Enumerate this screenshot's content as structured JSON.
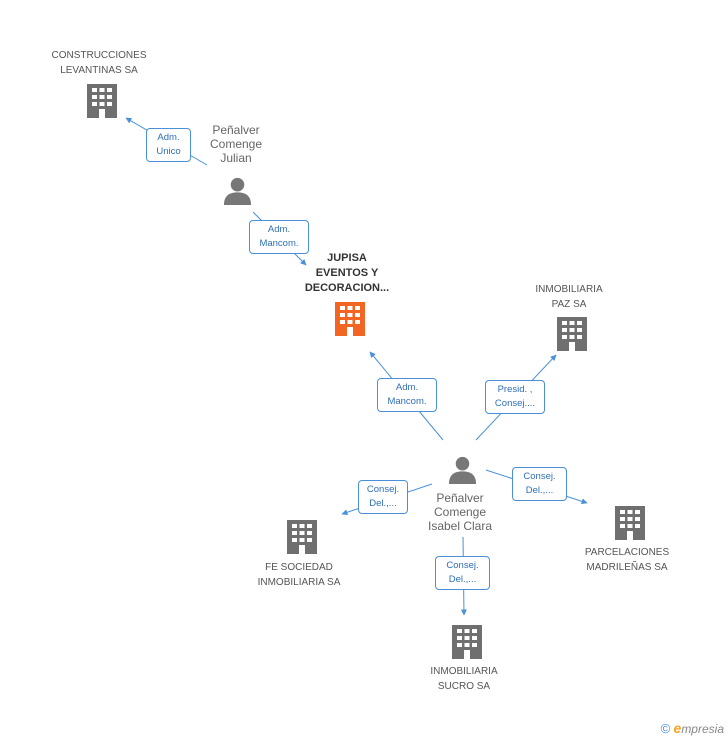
{
  "nodes": {
    "construcciones": {
      "label": "CONSTRUCCIONES\nLEVANTINAS SA"
    },
    "julian": {
      "label": "Peñalver\nComenge\nJulian"
    },
    "jupisa": {
      "label": "JUPISA\nEVENTOS Y\nDECORACION..."
    },
    "inmopaz": {
      "label": "INMOBILIARIA\nPAZ SA"
    },
    "isabel": {
      "label": "Peñalver\nComenge\nIsabel Clara"
    },
    "fesociedad": {
      "label": "FE SOCIEDAD\nINMOBILIARIA SA"
    },
    "parcelaciones": {
      "label": "PARCELACIONES\nMADRILEÑAS SA"
    },
    "sucro": {
      "label": "INMOBILIARIA\nSUCRO SA"
    }
  },
  "edges": {
    "adm_unico": "Adm.\nUnico",
    "adm_mancom_julian": "Adm.\nMancom.",
    "adm_mancom_isabel": "Adm.\nMancom.",
    "presid": "Presid. ,\nConsej....",
    "consej_fe": "Consej.\nDel.,...",
    "consej_parc": "Consej.\nDel.,...",
    "consej_sucro": "Consej.\nDel.,..."
  },
  "colors": {
    "company": "#6f6f6f",
    "focus_company": "#f26522",
    "person": "#777777",
    "edge": "#4a90d9"
  },
  "brand": {
    "copyright": "©",
    "e": "e",
    "name": "mpresia"
  }
}
